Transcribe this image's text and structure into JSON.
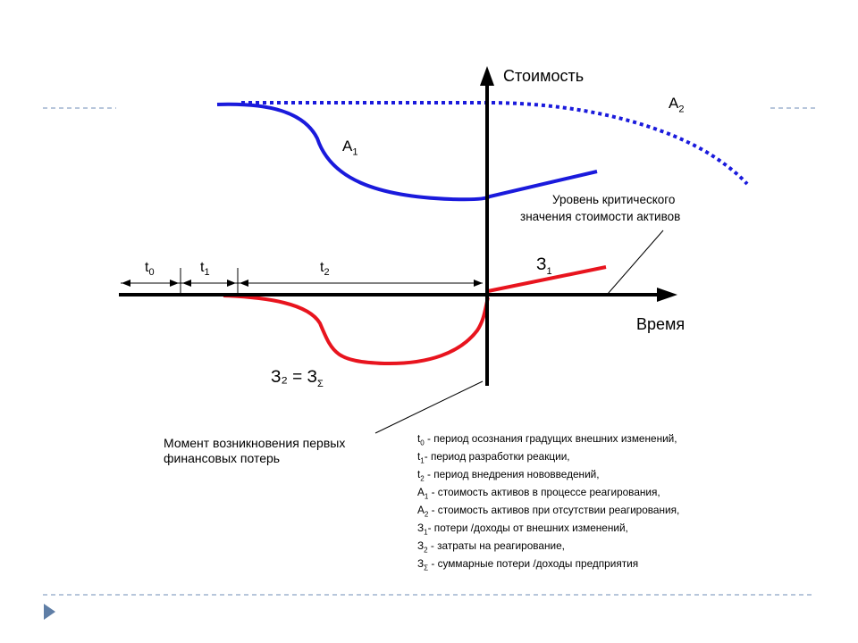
{
  "axes": {
    "y_label": "Стоимость",
    "x_label": "Время"
  },
  "curves": {
    "a1": {
      "letter": "А",
      "sub": "1"
    },
    "a2": {
      "letter": "А",
      "sub": "2"
    },
    "z1": {
      "letter": "З",
      "sub": "1"
    },
    "z2": {
      "text": "З₂ = З",
      "sub": "Σ"
    }
  },
  "segments": {
    "t0": {
      "letter": "t",
      "sub": "0"
    },
    "t1": {
      "letter": "t",
      "sub": "1"
    },
    "t2": {
      "letter": "t",
      "sub": "2"
    }
  },
  "annotations": {
    "critical_line1": "Уровень критического",
    "critical_line2": "значения стоимости активов",
    "moment_line1": "Момент возникновения первых",
    "moment_line2": "финансовых потерь"
  },
  "legend": [
    {
      "sym": "t",
      "sub": "0",
      "text": " - период осознания градущих внешних изменений,"
    },
    {
      "sym": "t",
      "sub": "1",
      "text": "- период разработки реакции,"
    },
    {
      "sym": "t",
      "sub": "2",
      "text": " - период внедрения нововведений,"
    },
    {
      "sym": "А",
      "sub": "1",
      "text": " - стоимость активов в процессе реагирования,"
    },
    {
      "sym": "А",
      "sub": "2",
      "text": " - стоимость активов при отсутствии реагирования,"
    },
    {
      "sym": "З",
      "sub": "1",
      "text": "- потери /доходы от внешних изменений,"
    },
    {
      "sym": "З",
      "sub": "2",
      "text": " - затраты на реагирование,"
    },
    {
      "sym": "З",
      "sub": "Σ",
      "text": " - суммарные потери /доходы предприятия"
    }
  ],
  "colors": {
    "blue": "#1a1adc",
    "red": "#e8141e",
    "separator": "#9fb4cf",
    "nav_arrow": "#5f7ea6"
  },
  "nav": {
    "icon": "play-triangle-icon"
  }
}
